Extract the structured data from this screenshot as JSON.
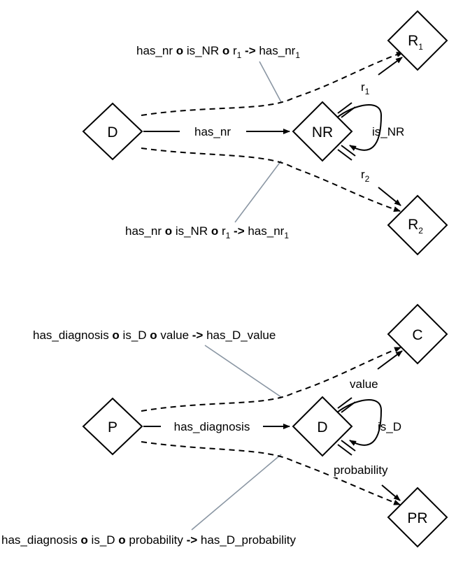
{
  "diagram1": {
    "nodes": {
      "d": "D",
      "nr": "NR",
      "r1": {
        "base": "R",
        "sub": "1"
      },
      "r2": {
        "base": "R",
        "sub": "2"
      }
    },
    "edges": {
      "has_nr": "has_nr",
      "is_nr": "is_NR",
      "r1": {
        "base": "r",
        "sub": "1"
      },
      "r2": {
        "base": "r",
        "sub": "2"
      }
    },
    "chain_top": {
      "p1": "has_nr ",
      "o1": "o",
      "p2": " is_NR ",
      "o2": "o",
      "p3": " r",
      "sub1": "1",
      "p4": " ",
      "arrow": "->",
      "p5": " has_nr",
      "sub2": "1"
    },
    "chain_bottom": {
      "p1": "has_nr ",
      "o1": "o",
      "p2": " is_NR ",
      "o2": "o",
      "p3": " r",
      "sub1": "1",
      "p4": " ",
      "arrow": "->",
      "p5": " has_nr",
      "sub2": "1"
    }
  },
  "diagram2": {
    "nodes": {
      "p": "P",
      "d": "D",
      "c": "C",
      "pr": "PR"
    },
    "edges": {
      "has_diagnosis": "has_diagnosis",
      "value": "value",
      "is_d": "is_D",
      "probability": "probability"
    },
    "chain_top": {
      "p1": "has_diagnosis ",
      "o1": "o",
      "p2": " is_D ",
      "o2": "o",
      "p3": " value ",
      "arrow": "->",
      "p4": " has_D_value"
    },
    "chain_bottom": {
      "p1": "has_diagnosis ",
      "o1": "o",
      "p2": " is_D ",
      "o2": "o",
      "p3": " probability ",
      "arrow": "->",
      "p4": " has_D_probability"
    }
  }
}
